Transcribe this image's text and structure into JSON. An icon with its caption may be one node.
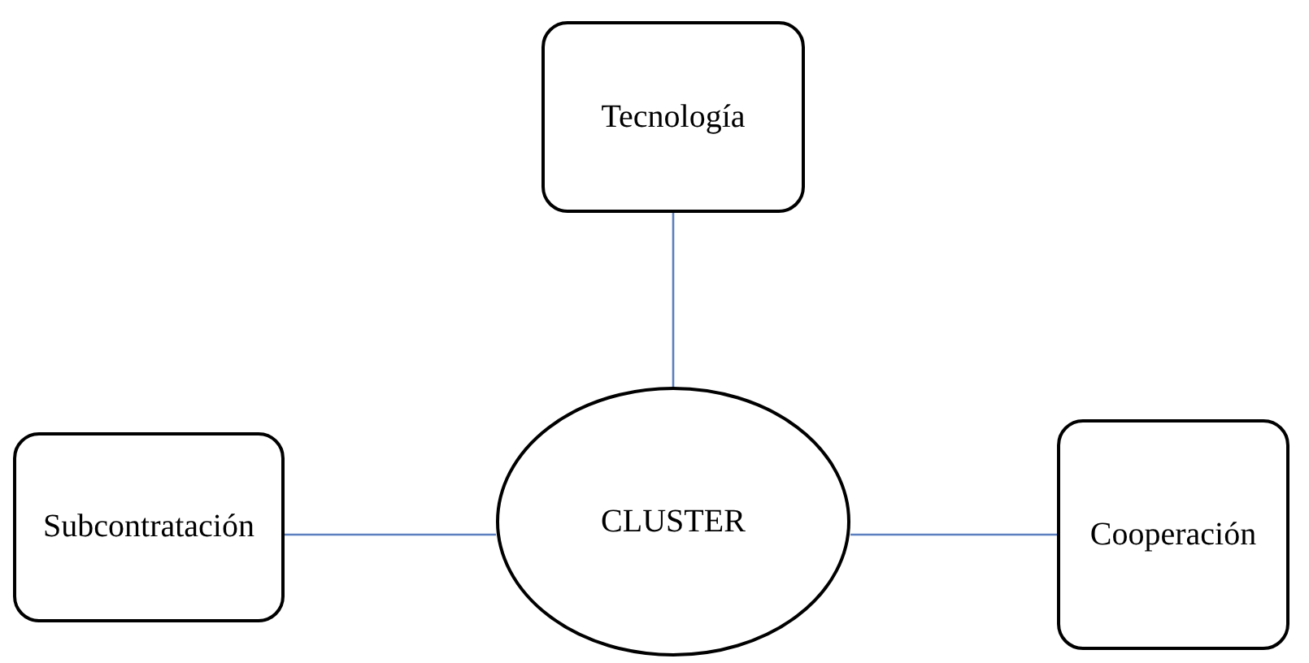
{
  "diagram": {
    "nodes": [
      {
        "text": [
          "Tecnología"
        ]
      },
      {
        "text": [
          "Subcontratación"
        ]
      },
      {
        "text": [
          "CLUSTER"
        ]
      },
      {
        "text": [
          "Cooperación"
        ]
      }
    ],
    "edges": [
      {
        "from": 2,
        "to": 0,
        "arrow": "none"
      },
      {
        "from": 1,
        "to": 2,
        "arrow": "none"
      },
      {
        "from": 2,
        "to": 3,
        "arrow": "none"
      }
    ]
  }
}
